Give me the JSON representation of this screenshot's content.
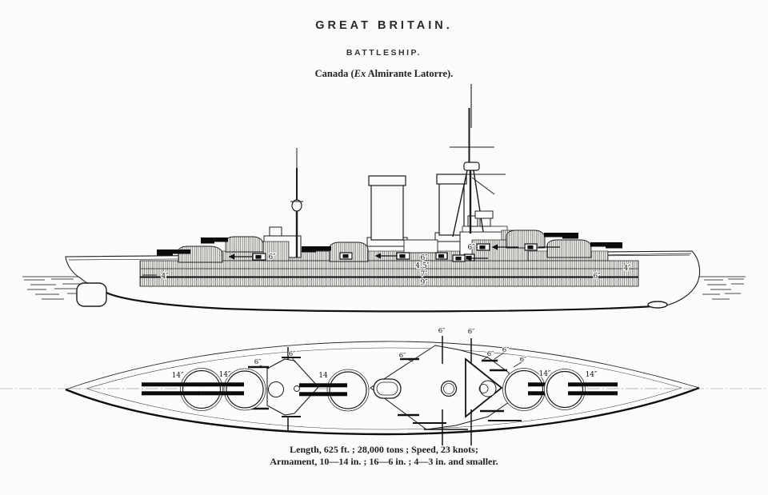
{
  "header": {
    "country": "GREAT BRITAIN.",
    "classification": "BATTLESHIP.",
    "ship_name_prefix": "Canada (",
    "ship_name_italic": "Ex",
    "ship_name_suffix": " Almirante Latorre)."
  },
  "specs": {
    "line1": "Length, 625 ft. ; 28,000 tons ; Speed, 23 knots;",
    "line2": "Armament, 10—14 in. ; 16—6 in. ; 4—3 in. and smaller."
  },
  "side_labels": {
    "belt_forward": "4″",
    "battery_forward": "6″",
    "battery_amidships": "6″",
    "upper_strake": "4.5″",
    "belt_upper": "7″",
    "belt_main": "9″",
    "battery_aft_upper": "6″",
    "battery_aft": "6″",
    "belt_aft": "4″"
  },
  "plan_labels": {
    "turret_a": "14″",
    "turret_b": "14″",
    "turret_q": "14",
    "turret_x": "14″",
    "turret_y": "14″",
    "six_forward": "6″",
    "six_forward_shelter": "6″",
    "six_amidships": "6″",
    "six_boom_fore": "6″",
    "six_boom_aft": "6″",
    "six_aft_1": "6″",
    "six_aft_2": "6″",
    "six_aft_3": "6″"
  }
}
